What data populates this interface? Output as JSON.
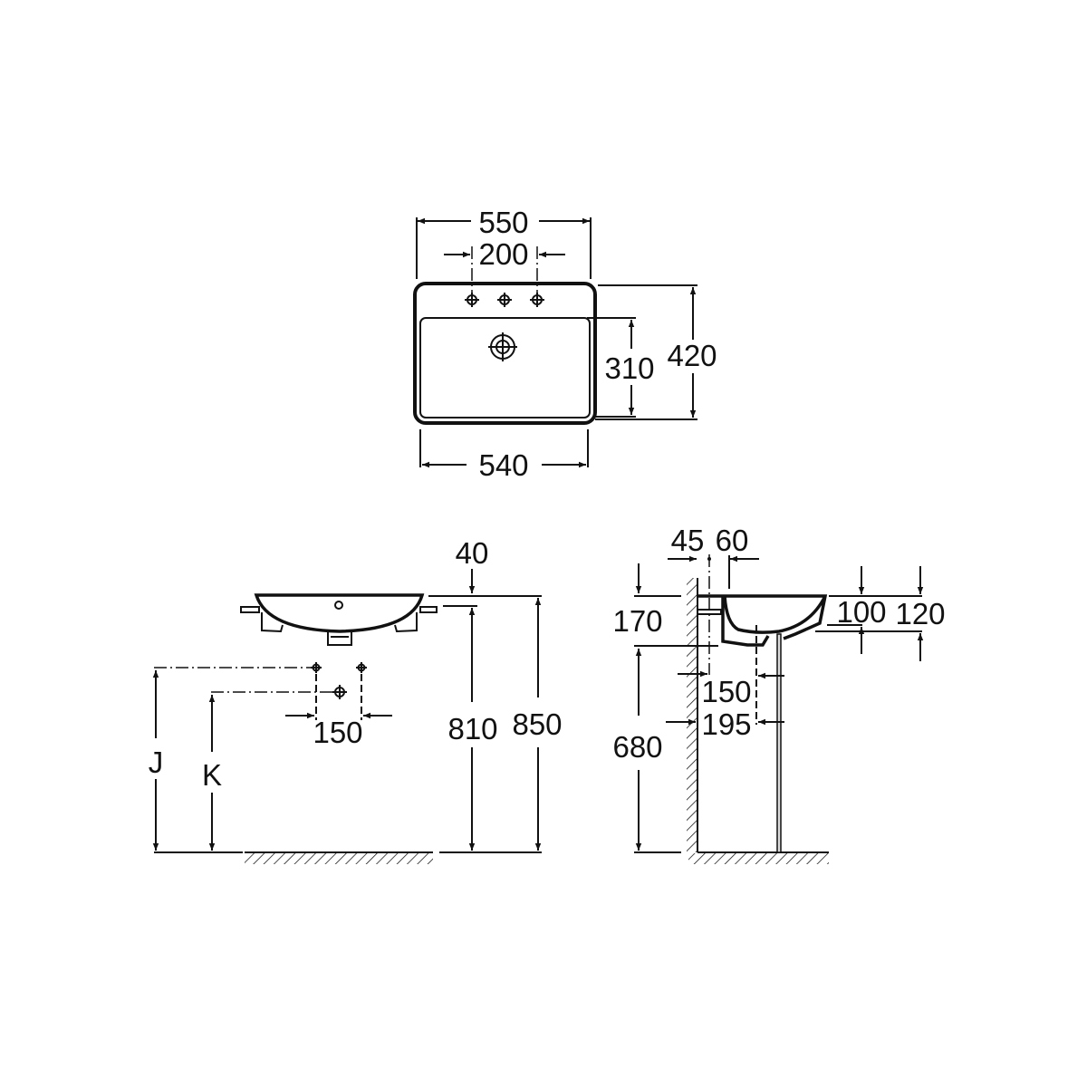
{
  "top_view": {
    "width_overall": "550",
    "tap_spacing": "200",
    "depth_overall": "420",
    "bowl_depth": "310",
    "width_bowl": "540"
  },
  "front_view": {
    "rim_thickness": "40",
    "rim_height_inner": "810",
    "rim_height": "850",
    "tap_spacing": "150",
    "label_j": "J",
    "label_k": "K"
  },
  "side_view": {
    "wall_gap": "45",
    "tap_offset": "60",
    "basin_height": "170",
    "floor_to_basin": "680",
    "drain_offset": "150",
    "pedestal_offset": "195",
    "bowl_inner_depth": "100",
    "bowl_outer_depth": "120"
  },
  "colors": {
    "line": "#111111",
    "background": "#ffffff"
  }
}
